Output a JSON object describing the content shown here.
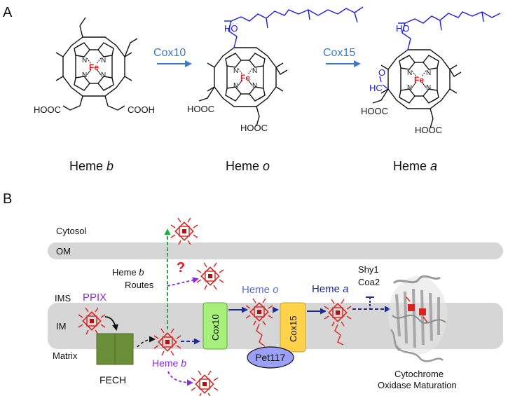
{
  "panel_a": {
    "label": "A",
    "heme_b": {
      "name_prefix": "Heme ",
      "name_italic": "b",
      "fe": "Fe",
      "n": "N",
      "left_acid": "HOOC",
      "right_acid": "COOH"
    },
    "heme_o": {
      "name_prefix": "Heme ",
      "name_italic": "o",
      "fe": "Fe",
      "n": "N",
      "ho": "HO",
      "acid_upper": "HOOC",
      "acid_lower": "HOOC"
    },
    "heme_a": {
      "name_prefix": "Heme ",
      "name_italic": "a",
      "fe": "Fe",
      "n": "N",
      "ho": "HO",
      "formyl_o": "O",
      "formyl_hc": "HC",
      "acid_upper": "HOOC",
      "acid_lower": "HOOC"
    },
    "arrow1_label": "Cox10",
    "arrow2_label": "Cox15"
  },
  "panel_b": {
    "label": "B",
    "compartments": {
      "cytosol": "Cytosol",
      "om": "OM",
      "ims": "IMS",
      "im": "IM",
      "matrix": "Matrix"
    },
    "ppix": "PPIX",
    "fech": "FECH",
    "heme_b_routes_line1_prefix": "Heme ",
    "heme_b_routes_line1_italic": "b",
    "heme_b_routes_line2": "Routes",
    "question_mark": "?",
    "heme_b_prefix": "Heme ",
    "heme_b_italic": "b",
    "cox10": "Cox10",
    "heme_o_prefix": "Heme ",
    "heme_o_italic": "o",
    "cox15": "Cox15",
    "pet117": "Pet117",
    "heme_a_prefix": "Heme ",
    "heme_a_italic": "a",
    "shy1": "Shy1",
    "coa2": "Coa2",
    "cytochrome_line1": "Cytochrome",
    "cytochrome_line2": "Oxidase Maturation"
  },
  "colors": {
    "blue_chain": "#1a1ae6",
    "enzyme_label": "#3d7cc9",
    "fe_red": "#e8191f",
    "purple": "#8a2be2",
    "green_arrow": "#1bb33c",
    "navy_arrow": "#1b2a9c",
    "heme_o_blue": "#5a6fd0",
    "cox10_fill": "#a8f07c",
    "cox15_fill": "#ffd24a",
    "pet117_fill": "#9aa0f5",
    "fech_fill": "#6b8e3a",
    "membrane_gray": "#d6d6d6"
  }
}
